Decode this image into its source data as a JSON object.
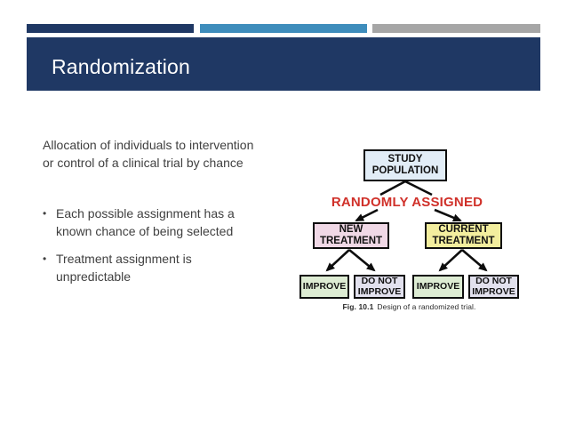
{
  "slide": {
    "title": "Randomization",
    "body": {
      "paragraph": "Allocation of individuals to intervention or control of a clinical trial by chance",
      "bullet_icon": "•",
      "bullets": [
        "Each possible assignment has a known chance of being selected",
        "Treatment assignment is unpredictable"
      ]
    },
    "diagram": {
      "study_population": "STUDY POPULATION",
      "randomly_assigned": "RANDOMLY ASSIGNED",
      "new_treatment": "NEW TREATMENT",
      "current_treatment": "CURRENT TREATMENT",
      "improve_left": "IMPROVE",
      "do_not_improve_left": "DO NOT IMPROVE",
      "improve_right": "IMPROVE",
      "do_not_improve_right": "DO NOT IMPROVE",
      "caption_prefix": "Fig. 10.1",
      "caption_text": "Design of a randomized trial."
    },
    "colors": {
      "navy": "#1F3864",
      "blue": "#3E8DBC",
      "gray": "#A6A6A6",
      "red": "#D0312A",
      "text": "#404040",
      "study_fill": "#E2EDF7",
      "new_fill": "#F0D8E6",
      "current_fill": "#F3EE9E",
      "improve_fill": "#DDECD3",
      "donot_fill": "#E2E1EE"
    }
  }
}
